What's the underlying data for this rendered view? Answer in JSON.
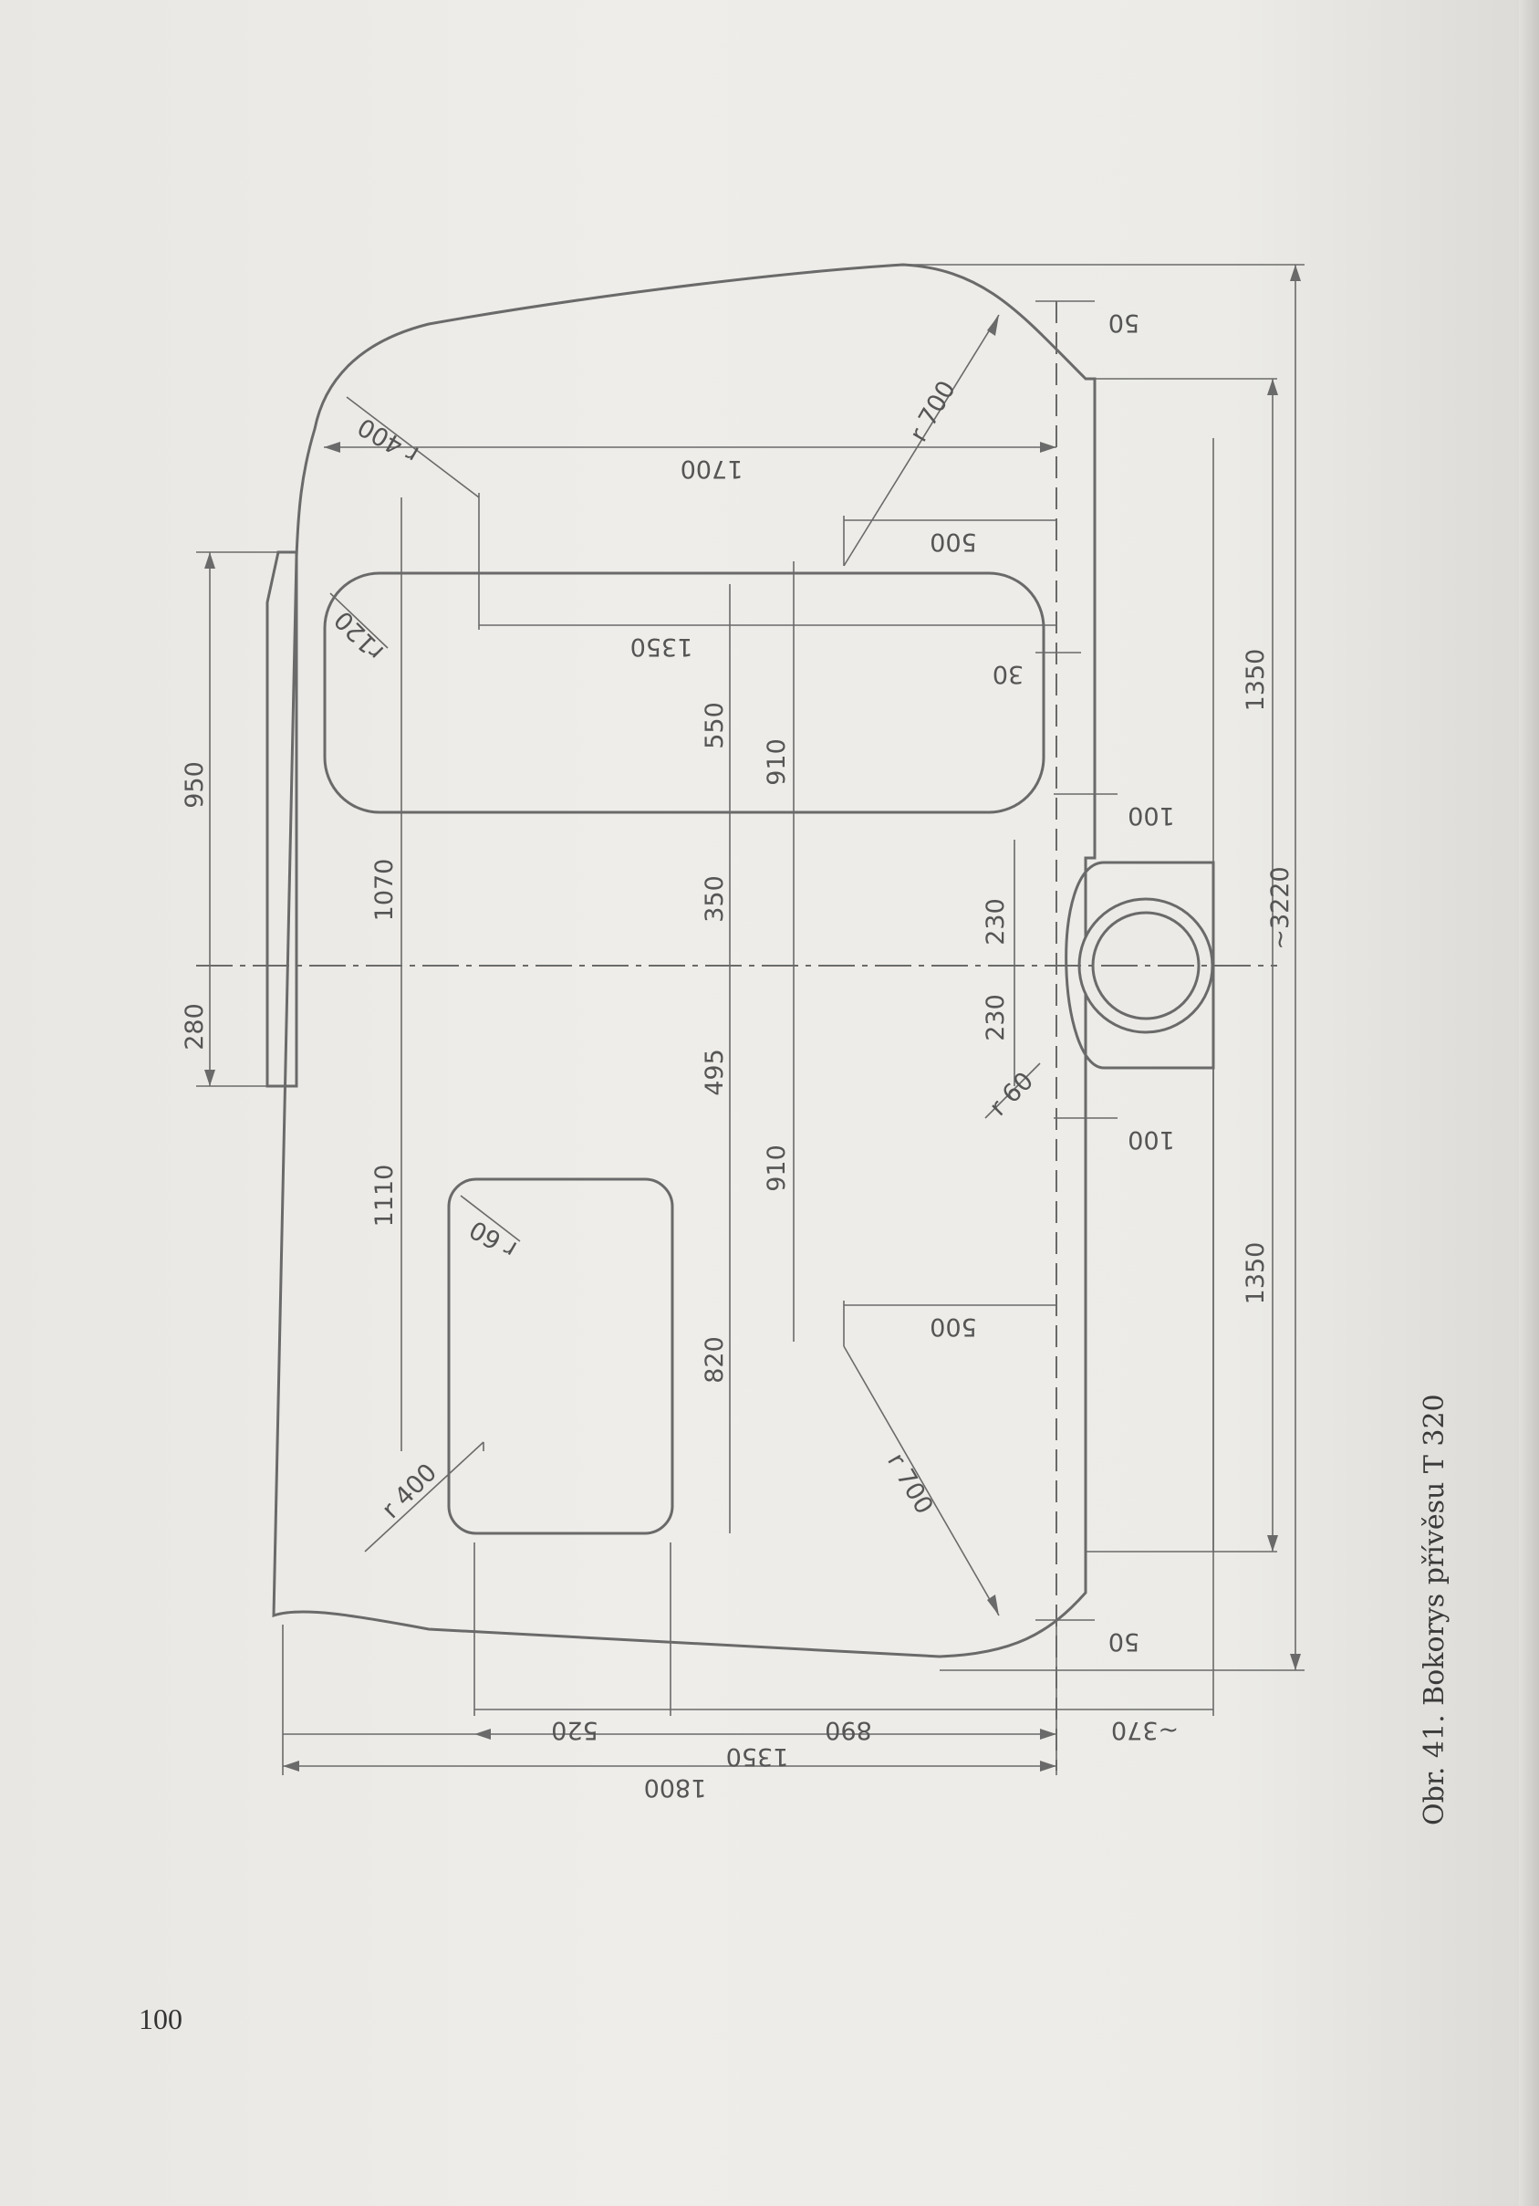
{
  "caption": "Obr. 41. Bokorys přívěsu T 320",
  "page_number": "100",
  "dimensions": {
    "total_length": "1800",
    "rear_to_axle": "1350",
    "seg_890": "890",
    "seg_520": "520",
    "drawbar": "~370",
    "top_1700": "1700",
    "top_1350": "1350",
    "top_500": "500",
    "bottom_500": "500",
    "top_30": "30",
    "top_50": "50",
    "bottom_50": "50",
    "top_100": "100",
    "bottom_100": "100",
    "wheel_230_top": "230",
    "wheel_230_bottom": "230",
    "overall_3220": "~3220",
    "half_1350_top": "1350",
    "half_1350_bottom": "1350",
    "door_950": "950",
    "door_280": "280",
    "h_1070": "1070",
    "h_1110": "1110",
    "win_550": "550",
    "win_350": "350",
    "win_495": "495",
    "win_820": "820",
    "win_910_top": "910",
    "win_910_bottom": "910",
    "r_400_top": "r 400",
    "r_400_bottom": "r 400",
    "r_700_top": "r 700",
    "r_700_bottom": "r 700",
    "r_120": "r120",
    "r_60_window": "r 60",
    "r_60_wheel": "r 60"
  }
}
